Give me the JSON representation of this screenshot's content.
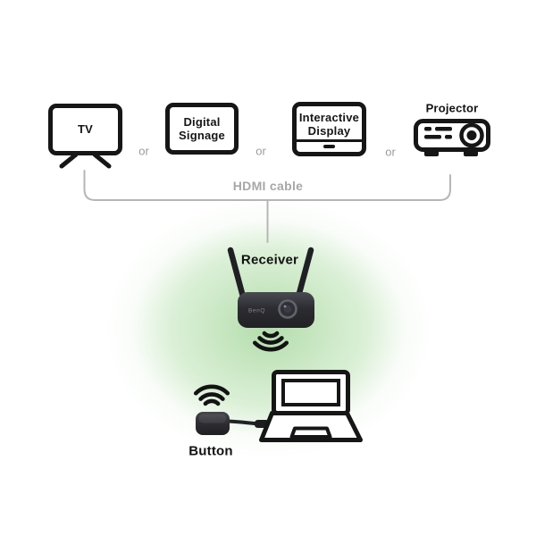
{
  "displays": {
    "tv": {
      "label": "TV"
    },
    "digital_signage": {
      "label": "Digital Signage"
    },
    "interactive_display": {
      "label": "Interactive Display"
    },
    "projector": {
      "label": "Projector"
    },
    "or_separator": "or"
  },
  "connection": {
    "hdmi_label": "HDMI cable"
  },
  "receiver": {
    "label": "Receiver",
    "brand": "BenQ"
  },
  "button": {
    "label": "Button"
  },
  "colors": {
    "glow_green": "#b0dba8",
    "line_gray": "#b6b6b6",
    "muted_text": "#a7a7a7",
    "ink": "#161616",
    "device_body_dark": "#2b2b30"
  },
  "icons": [
    "tv-icon",
    "tv-stand-icon",
    "digital-signage-icon",
    "interactive-display-icon",
    "projector-icon",
    "hdmi-bracket-line",
    "receiver-device-icon",
    "wifi-signal-down-icon",
    "wifi-signal-up-icon",
    "button-device-icon",
    "usb-cable",
    "laptop-icon"
  ]
}
